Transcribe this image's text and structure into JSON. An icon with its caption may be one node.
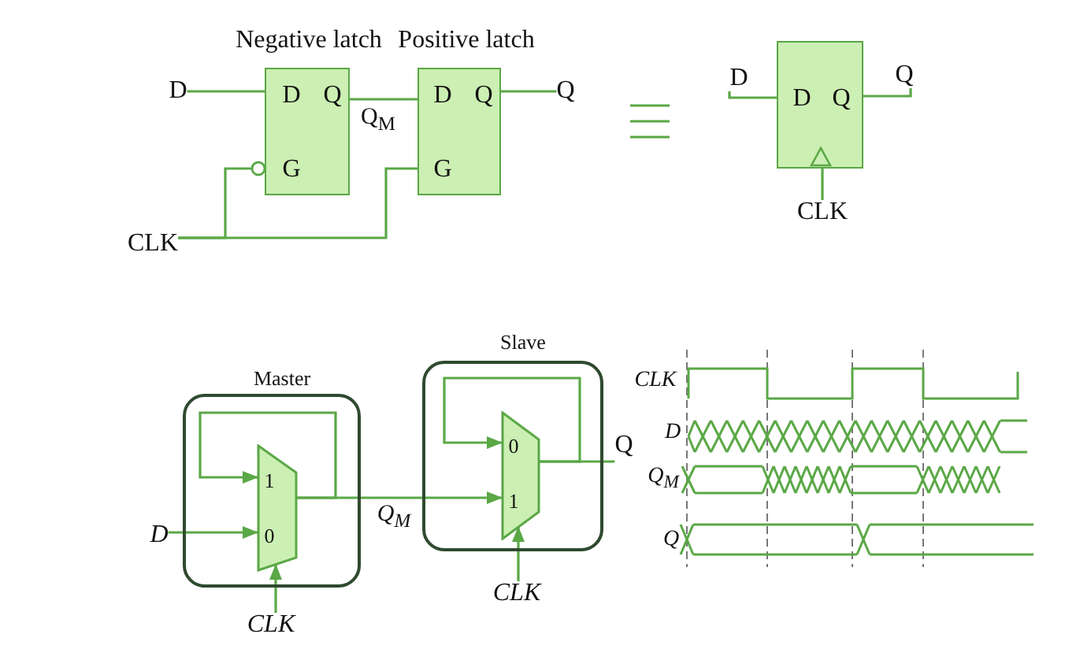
{
  "diagram": {
    "nodes": [
      {
        "text": [
          "Negative latch",
          "D",
          "Q",
          "G"
        ]
      },
      {
        "text": [
          "Positive latch",
          "D",
          "Q",
          "G"
        ]
      },
      {
        "text": [
          "D"
        ]
      },
      {
        "text": [
          "Q"
        ]
      },
      {
        "text": [
          "CLK"
        ]
      },
      {
        "text": [
          "D",
          "Q"
        ]
      },
      {
        "text": [
          "D"
        ]
      },
      {
        "text": [
          "Q"
        ]
      },
      {
        "text": [
          "CLK"
        ]
      },
      {
        "text": [
          "Master"
        ]
      },
      {
        "text": [
          "1",
          "0"
        ],
        "in": 9
      },
      {
        "text": [
          "Slave"
        ]
      },
      {
        "text": [
          "0",
          "1"
        ],
        "in": 11
      },
      {
        "text": [
          "D"
        ]
      },
      {
        "text": [
          "CLK"
        ]
      },
      {
        "text": [
          "CLK"
        ]
      },
      {
        "text": [
          "Q"
        ]
      }
    ],
    "edges": [
      {
        "from": 2,
        "to": 0,
        "arrow": "none"
      },
      {
        "from": 0,
        "to": 1,
        "arrow": "none",
        "label": "Q$_{M}$"
      },
      {
        "from": 1,
        "to": 3,
        "arrow": "none"
      },
      {
        "from": 4,
        "to": 0,
        "arrow": "other"
      },
      {
        "from": 4,
        "to": 1,
        "arrow": "none"
      },
      {
        "from": 6,
        "to": 5,
        "arrow": "none"
      },
      {
        "from": 5,
        "to": 7,
        "arrow": "none"
      },
      {
        "from": 8,
        "to": 5,
        "arrow": "none"
      },
      {
        "from": 13,
        "to": 10,
        "arrow": "to"
      },
      {
        "from": 10,
        "to": 10,
        "arrow": "to"
      },
      {
        "from": 10,
        "to": 12,
        "arrow": "to",
        "label": "Q$_{M}$"
      },
      {
        "from": 12,
        "to": 12,
        "arrow": "to"
      },
      {
        "from": 12,
        "to": 16,
        "arrow": "none"
      },
      {
        "from": 14,
        "to": 10,
        "arrow": "to"
      },
      {
        "from": 15,
        "to": 12,
        "arrow": "to"
      }
    ],
    "labels": [
      "CLK",
      "D",
      "Q$_{M}$",
      "Q"
    ]
  }
}
